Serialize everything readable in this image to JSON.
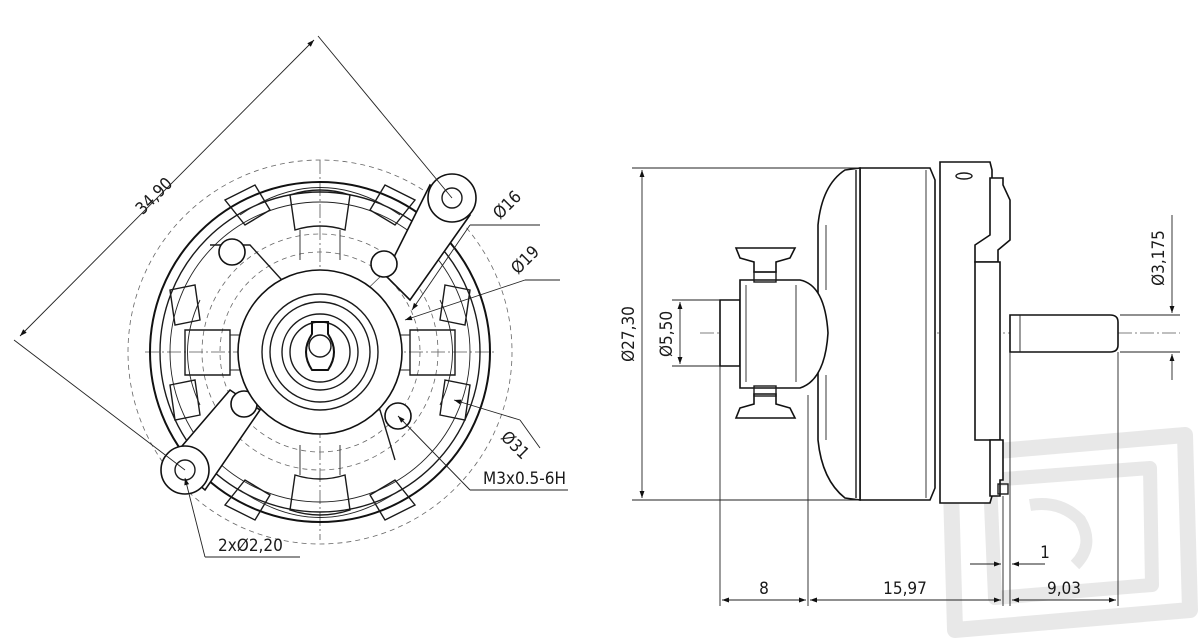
{
  "drawing": {
    "front_view": {
      "dimensions": {
        "mount_span": "34,90",
        "d16": "Ø16",
        "d19": "Ø19",
        "d31": "Ø31",
        "thread": "M3x0.5-6H",
        "holes": "2xØ2,20"
      }
    },
    "side_view": {
      "dimensions": {
        "d_body": "Ø27,30",
        "d_prop": "Ø5,50",
        "d_shaft": "Ø3,175",
        "len_8": "8",
        "len_body": "15,97",
        "len_1": "1",
        "len_shaft": "9,03"
      }
    },
    "colors": {
      "line": "#111111",
      "watermark": "#dcdcdc"
    },
    "watermark_icon": "rc-logo-watermark"
  }
}
